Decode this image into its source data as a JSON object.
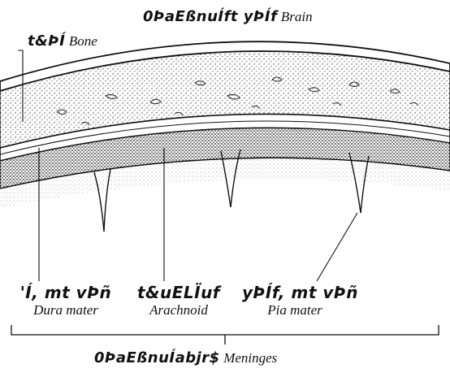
{
  "labels": {
    "brain": {
      "native": "0ÞaEßnuÍft yÞÍf",
      "english": "Brain"
    },
    "bone": {
      "native": "t&ÞÍ",
      "english": "Bone"
    },
    "dura": {
      "native": "'Í, mt vÞñ",
      "english": "Dura mater"
    },
    "arachnoid": {
      "native": "t&uELÏuf",
      "english": "Arachnoid"
    },
    "pia": {
      "native": "yÞÍf, mt vÞñ",
      "english": "Pia mater"
    },
    "meninges": {
      "native": "0ÞaEßnuÍabjr$",
      "english": "Meninges"
    }
  },
  "colors": {
    "ink": "#111111",
    "stipple": "#444444",
    "background": "#ffffff"
  }
}
